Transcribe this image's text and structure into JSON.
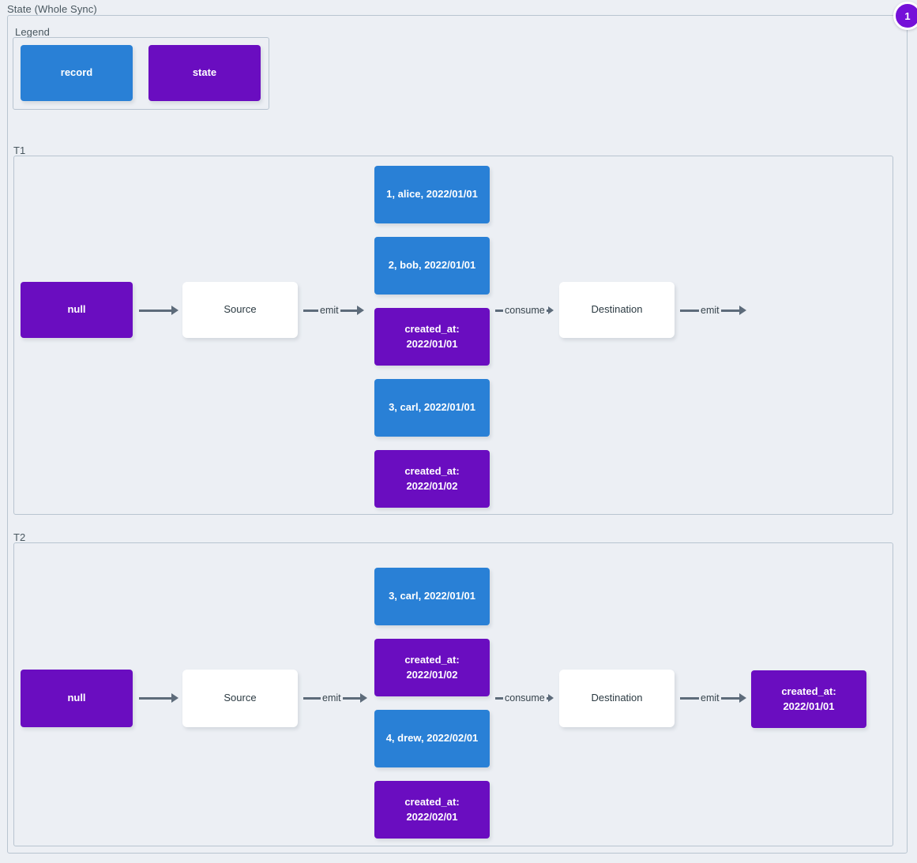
{
  "diagram": {
    "title": "State (Whole Sync)",
    "badge": "1",
    "colors": {
      "record": "#2980d6",
      "state": "#6a0dc0",
      "background": "#eceff4",
      "border": "#b8c4d0",
      "edge": "#5d6b7a",
      "badge": "#7510d8"
    }
  },
  "legend": {
    "label": "Legend",
    "items": [
      {
        "label": "record",
        "kind": "record"
      },
      {
        "label": "state",
        "kind": "state"
      }
    ]
  },
  "sections": [
    {
      "label": "T1",
      "nodes": {
        "initial_state": "null",
        "source": "Source",
        "destination": "Destination",
        "emitted": [
          {
            "label": "1, alice, 2022/01/01",
            "kind": "record"
          },
          {
            "label": "2, bob, 2022/01/01",
            "kind": "record"
          },
          {
            "label": "created_at:\n2022/01/01",
            "kind": "state"
          },
          {
            "label": "3, carl, 2022/01/01",
            "kind": "record"
          },
          {
            "label": "created_at:\n2022/01/02",
            "kind": "state"
          }
        ],
        "final_state": null
      },
      "edges": {
        "state_to_source": "",
        "source_to_records": "emit",
        "records_to_destination": "consume",
        "destination_out": "emit"
      }
    },
    {
      "label": "T2",
      "nodes": {
        "initial_state": "null",
        "source": "Source",
        "destination": "Destination",
        "emitted": [
          {
            "label": "3, carl, 2022/01/01",
            "kind": "record"
          },
          {
            "label": "created_at:\n2022/01/02",
            "kind": "state"
          },
          {
            "label": "4, drew, 2022/02/01",
            "kind": "record"
          },
          {
            "label": "created_at:\n2022/02/01",
            "kind": "state"
          }
        ],
        "final_state": "created_at:\n2022/01/01"
      },
      "edges": {
        "state_to_source": "",
        "source_to_records": "emit",
        "records_to_destination": "consume",
        "destination_out": "emit"
      }
    }
  ]
}
